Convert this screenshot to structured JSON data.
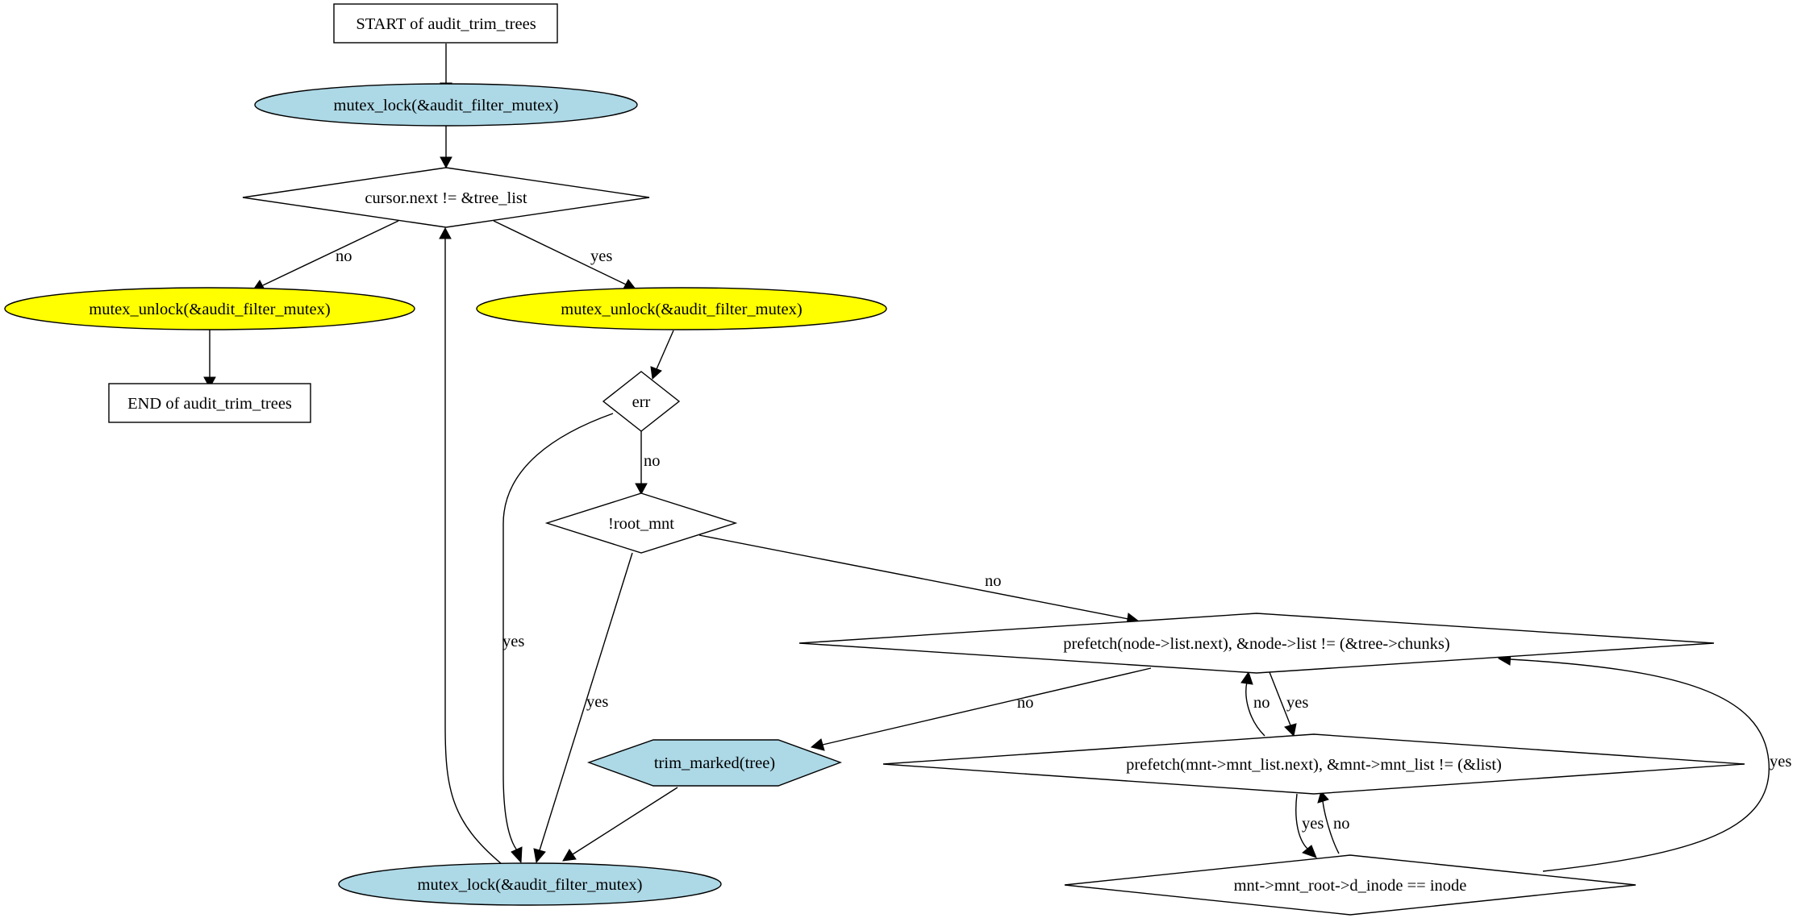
{
  "nodes": {
    "start": "START of audit_trim_trees",
    "lock_top": "mutex_lock(&audit_filter_mutex)",
    "cursor_cond": "cursor.next != &tree_list",
    "unlock_left": "mutex_unlock(&audit_filter_mutex)",
    "unlock_right": "mutex_unlock(&audit_filter_mutex)",
    "end": "END of audit_trim_trees",
    "err_cond": "err",
    "root_mnt_cond": "!root_mnt",
    "chunks_cond": "prefetch(node->list.next), &node->list != (&tree->chunks)",
    "mnt_list_cond": "prefetch(mnt->mnt_list.next), &mnt->mnt_list != (&list)",
    "inode_cond": "mnt->mnt_root->d_inode == inode",
    "trim_marked": "trim_marked(tree)",
    "lock_bottom": "mutex_lock(&audit_filter_mutex)"
  },
  "edge_labels": {
    "cursor_no": "no",
    "cursor_yes": "yes",
    "err_no": "no",
    "err_yes": "yes",
    "root_mnt_no": "no",
    "root_mnt_yes": "yes",
    "chunks_no": "no",
    "chunks_yes": "yes",
    "mnt_list_no": "no",
    "mnt_list_yes": "yes",
    "inode_no": "no",
    "inode_yes": "yes"
  },
  "colors": {
    "light_blue": "#add8e6",
    "yellow": "#ffff00",
    "hexagon_border": "#ffff00"
  }
}
